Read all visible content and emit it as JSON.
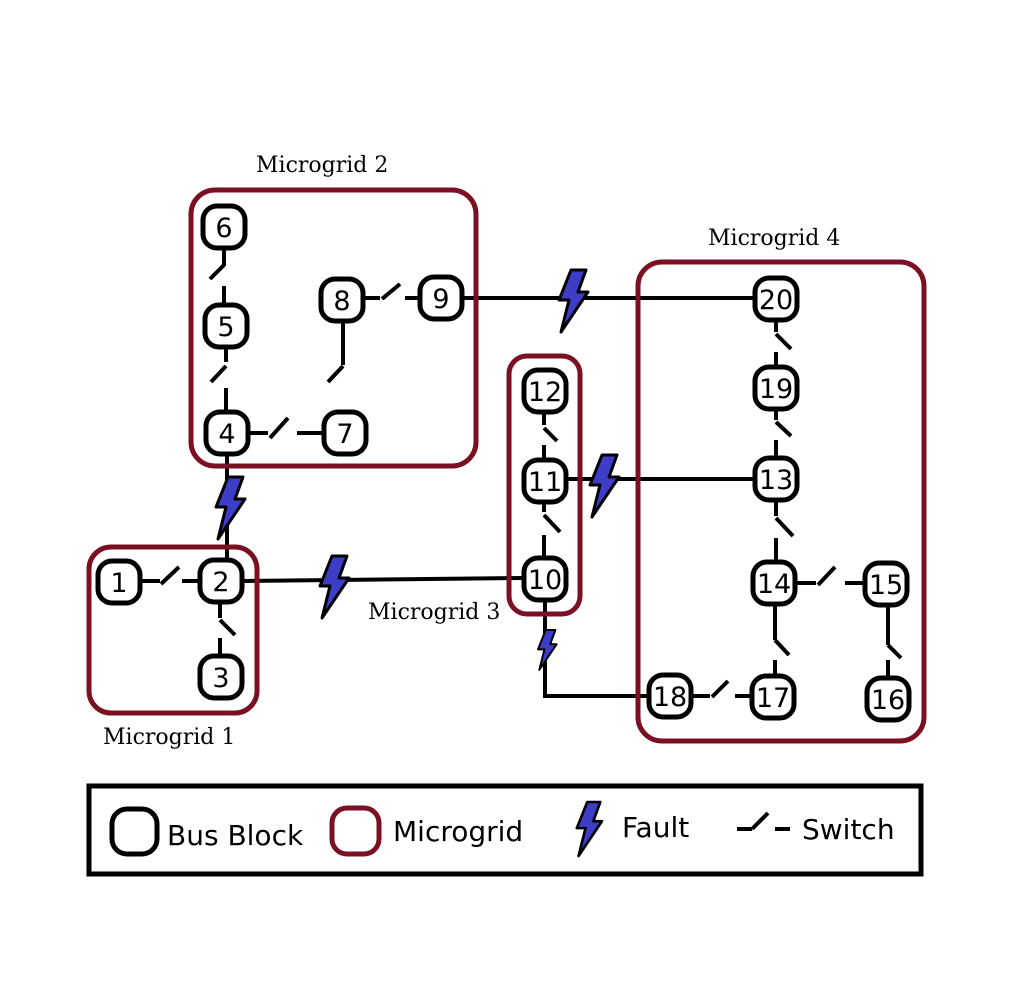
{
  "colors": {
    "microgrid_border": "#7b1022",
    "fault_fill": "#3d3dc8",
    "line": "#000000",
    "background": "#ffffff"
  },
  "microgrids": [
    {
      "id": "mg1",
      "label": "Microgrid 1"
    },
    {
      "id": "mg2",
      "label": "Microgrid 2"
    },
    {
      "id": "mg3",
      "label": "Microgrid 3"
    },
    {
      "id": "mg4",
      "label": "Microgrid 4"
    }
  ],
  "buses": [
    "1",
    "2",
    "3",
    "4",
    "5",
    "6",
    "7",
    "8",
    "9",
    "10",
    "11",
    "12",
    "13",
    "14",
    "15",
    "16",
    "17",
    "18",
    "19",
    "20"
  ],
  "connections": [
    {
      "from": "1",
      "to": "2",
      "element": "switch"
    },
    {
      "from": "2",
      "to": "3",
      "element": "switch"
    },
    {
      "from": "2",
      "to": "4",
      "element": "fault"
    },
    {
      "from": "2",
      "to": "10",
      "element": "fault"
    },
    {
      "from": "4",
      "to": "5",
      "element": "switch"
    },
    {
      "from": "5",
      "to": "6",
      "element": "switch"
    },
    {
      "from": "4",
      "to": "7",
      "element": "switch"
    },
    {
      "from": "7",
      "to": "8",
      "element": "switch"
    },
    {
      "from": "8",
      "to": "9",
      "element": "switch"
    },
    {
      "from": "9",
      "to": "20",
      "element": "fault"
    },
    {
      "from": "10",
      "to": "11",
      "element": "switch"
    },
    {
      "from": "11",
      "to": "12",
      "element": "switch"
    },
    {
      "from": "11",
      "to": "13",
      "element": "fault"
    },
    {
      "from": "10",
      "to": "18",
      "element": "fault"
    },
    {
      "from": "20",
      "to": "19",
      "element": "switch"
    },
    {
      "from": "19",
      "to": "13",
      "element": "switch"
    },
    {
      "from": "13",
      "to": "14",
      "element": "switch"
    },
    {
      "from": "14",
      "to": "15",
      "element": "switch"
    },
    {
      "from": "15",
      "to": "16",
      "element": "switch"
    },
    {
      "from": "14",
      "to": "17",
      "element": "switch"
    },
    {
      "from": "17",
      "to": "18",
      "element": "switch"
    }
  ],
  "legend": {
    "bus_block": "Bus Block",
    "microgrid": "Microgrid",
    "fault": "Fault",
    "switch": "Switch"
  }
}
